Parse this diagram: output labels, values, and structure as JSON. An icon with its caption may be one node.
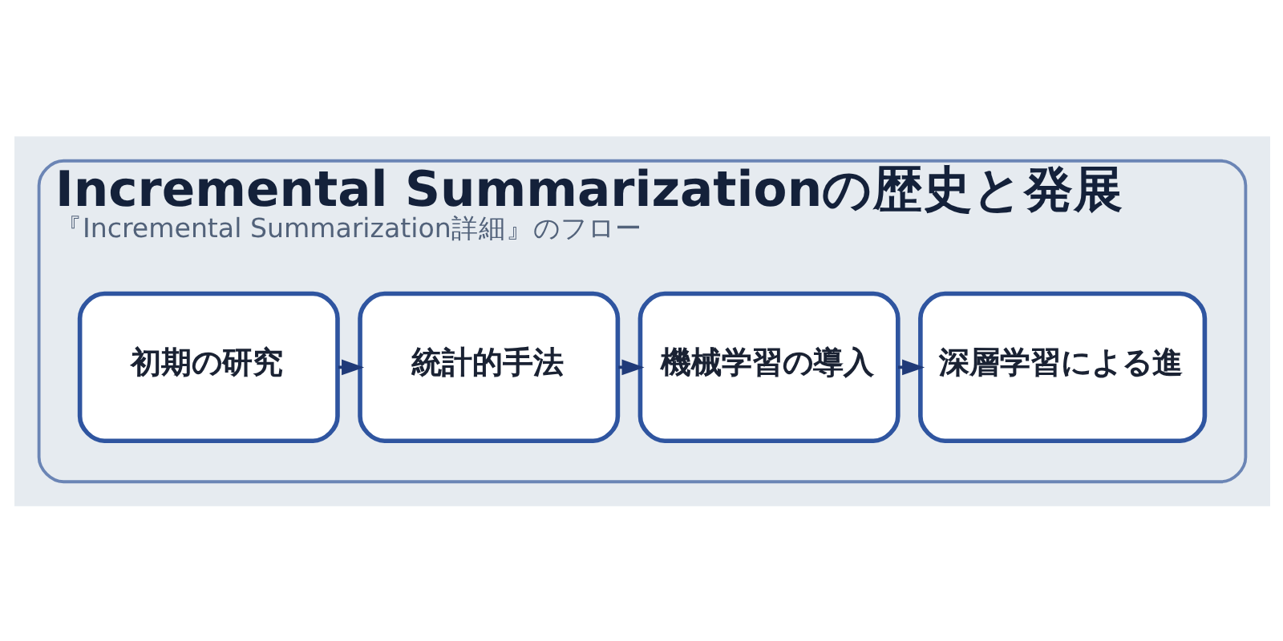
{
  "diagram": {
    "nodes": [
      {
        "text": [
          "Incremental Summarizationの歴史と発展",
          "『Incremental Summarization詳細』のフロー"
        ]
      },
      {
        "text": [
          "初期の研究"
        ],
        "in": 0
      },
      {
        "text": [
          "統計的手法"
        ],
        "in": 0
      },
      {
        "text": [
          "機械学習の導入"
        ],
        "in": 0
      },
      {
        "text": [
          "深層学習による進"
        ],
        "in": 0
      }
    ],
    "edges": [
      {
        "from": 1,
        "to": 2,
        "arrow": "to"
      },
      {
        "from": 2,
        "to": 3,
        "arrow": "to"
      },
      {
        "from": 3,
        "to": 4,
        "arrow": "to"
      }
    ]
  }
}
